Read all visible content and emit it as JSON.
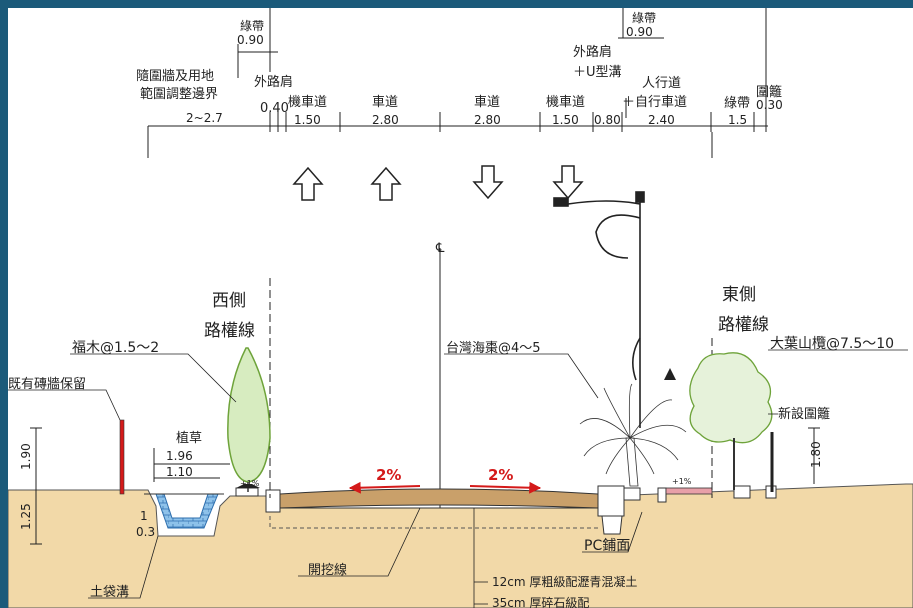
{
  "labels": {
    "green_belt_left": "綠帶",
    "green_belt_left_width": "0.90",
    "green_belt_right": "綠帶",
    "green_belt_right_width": "0.90",
    "wall_adjust_line1": "隨圍牆及用地",
    "wall_adjust_line2": "範圍調整邊界",
    "outer_shoulder_left": "外路肩",
    "outer_shoulder_left_width": "0.40",
    "outer_shoulder_right_line1": "外路肩",
    "outer_shoulder_right_line2": "＋U型溝",
    "sidewalk_line1": "人行道",
    "sidewalk_line2": "＋自行車道",
    "fence_top": "圍籬",
    "fence_top_width": "0.30",
    "green_belt_small": "綠帶",
    "lane_moto_left": "機車道",
    "lane_car_left": "車道",
    "lane_car_right": "車道",
    "lane_moto_right": "機車道",
    "dim_wall": "2~2.7",
    "dim_moto_left": "1.50",
    "dim_car_left": "2.80",
    "dim_car_right": "2.80",
    "dim_moto_right": "1.50",
    "dim_shoulder_right": "0.80",
    "dim_sidewalk": "2.40",
    "dim_green_right": "1.5",
    "centerline": "℄",
    "west_line1": "西側",
    "west_line2": "路權線",
    "east_line1": "東側",
    "east_line2": "路權線",
    "tree_west": "福木@1.5～2",
    "tree_palm": "台灣海棗@4～5",
    "tree_east": "大葉山欖@7.5～10",
    "existing_wall": "既有磚牆保留",
    "new_fence": "新設圍籬",
    "grass": "植草",
    "dim_196": "1.96",
    "dim_110": "1.10",
    "dim_190": "1.90",
    "dim_125": "1.25",
    "slope_1": "1",
    "slope_03": "0.3",
    "dim_180": "1.80",
    "slope_left": "2%",
    "slope_right": "2%",
    "plus1_left": "+1%",
    "plus1_right": "+1%",
    "excavation": "開挖線",
    "sandbag_ditch": "土袋溝",
    "pc_paving": "PC鋪面",
    "layer1": "12cm 厚粗級配瀝青混凝土",
    "layer2": "35cm 厚碎石級配"
  },
  "colors": {
    "frame": "#1b5a7a",
    "soil": "#f2d9a8",
    "asphalt": "#c9a06a",
    "red_accent": "#d41a1a",
    "ditch_blue": "#7fb4e0",
    "tree_green": "#6ea33a",
    "pink_paving": "#e8a0a8"
  }
}
